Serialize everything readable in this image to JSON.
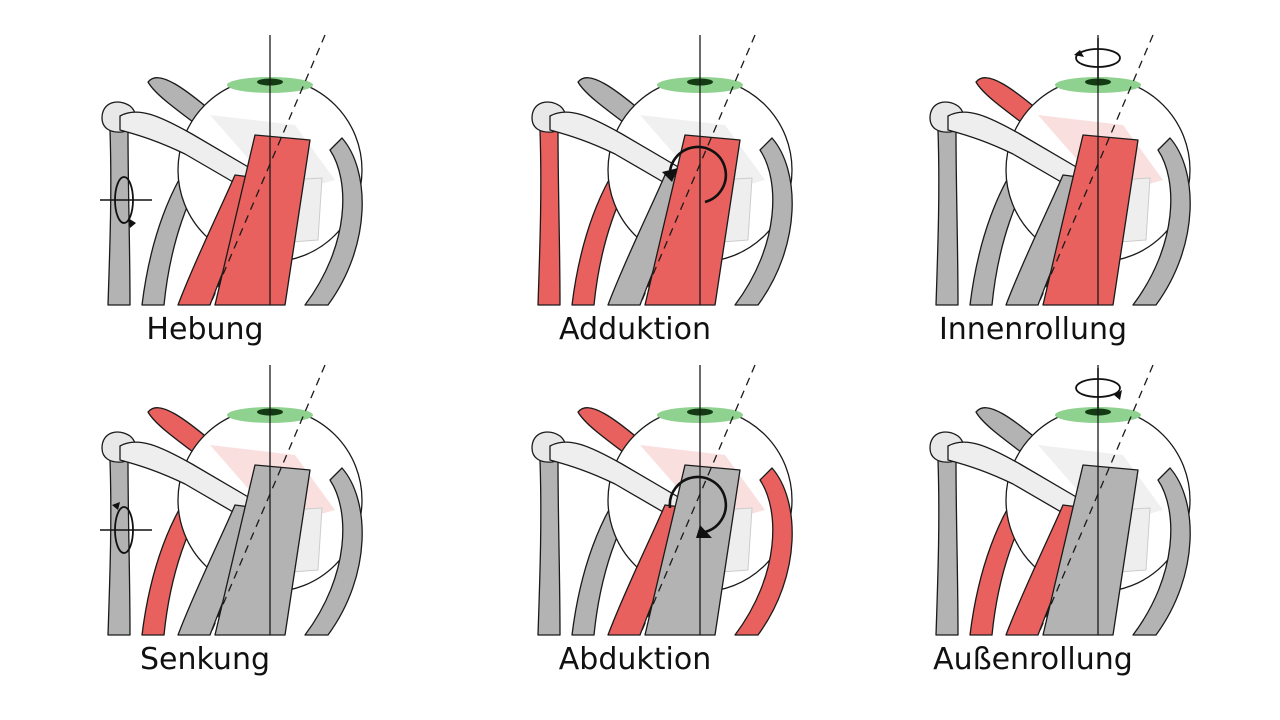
{
  "colors": {
    "active": "#e8615e",
    "inactive": "#b3b3b3",
    "faded_active": "#fadcdc",
    "faded_inactive": "#eeeeee",
    "pupil_ring": "#8fd18f",
    "pupil": "#143a14",
    "outline": "#1a1a1a",
    "background": "#ffffff"
  },
  "panels": [
    {
      "id": "hebung",
      "caption": "Hebung",
      "active": [
        "rectus-superior",
        "obliquus-inferior"
      ],
      "rotation": {
        "type": "axis-horizontal",
        "direction": "cw"
      }
    },
    {
      "id": "adduktion",
      "caption": "Adduktion",
      "active": [
        "rectus-superior",
        "rectus-inferior",
        "rectus-medialis"
      ],
      "rotation": {
        "type": "circle",
        "direction": "ccw"
      }
    },
    {
      "id": "innenrollung",
      "caption": "Innenrollung",
      "active": [
        "rectus-superior",
        "obliquus-superior"
      ],
      "rotation": {
        "type": "axis-vertical",
        "direction": "ccw"
      }
    },
    {
      "id": "senkung",
      "caption": "Senkung",
      "active": [
        "rectus-inferior",
        "obliquus-superior"
      ],
      "rotation": {
        "type": "axis-horizontal",
        "direction": "ccw"
      }
    },
    {
      "id": "abduktion",
      "caption": "Abduktion",
      "active": [
        "rectus-lateralis",
        "obliquus-superior",
        "obliquus-inferior"
      ],
      "rotation": {
        "type": "circle",
        "direction": "cw"
      }
    },
    {
      "id": "aussenrollung",
      "caption": "Außenrollung",
      "active": [
        "rectus-inferior",
        "obliquus-inferior"
      ],
      "rotation": {
        "type": "axis-vertical",
        "direction": "cw"
      }
    }
  ]
}
